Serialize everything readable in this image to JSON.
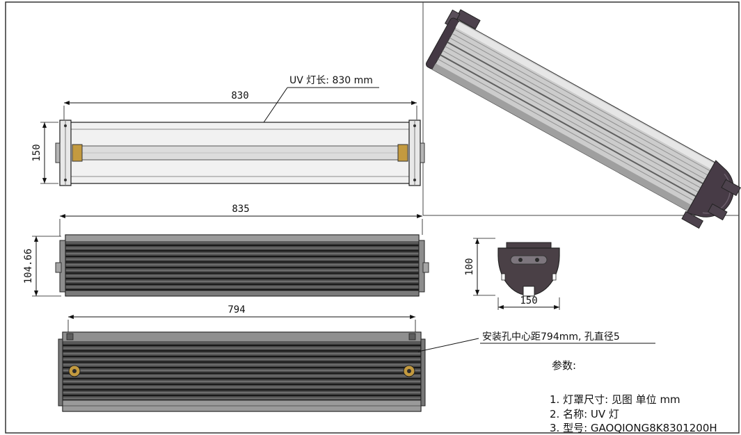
{
  "drawing": {
    "front_view": {
      "length_dim": "830",
      "height_dim": "150",
      "lamp_annotation": "UV 灯长: 830 mm"
    },
    "side_view": {
      "length_dim": "835",
      "height_dim": "104.66"
    },
    "bottom_view": {
      "length_dim": "794",
      "hole_annotation": "安装孔中心距794mm, 孔直径5"
    },
    "end_view": {
      "height_dim": "100",
      "width_dim": "150"
    },
    "parameters": {
      "title": "参数:",
      "items": [
        "1. 灯罩尺寸: 见图 单位 mm",
        "2. 名称: UV 灯",
        "3. 型号: GAOQIONG8K8301200H"
      ]
    },
    "colors": {
      "line": "#1a1a1a",
      "body_light": "#f0f0f0",
      "tube_gray": "#d9d9d9",
      "lamp_holder_gold": "#c39a3f",
      "ribbed_dark": "#3f3f3f",
      "end_cap_dark": "#473b46",
      "iso_body_silver": "#cccccc"
    }
  }
}
